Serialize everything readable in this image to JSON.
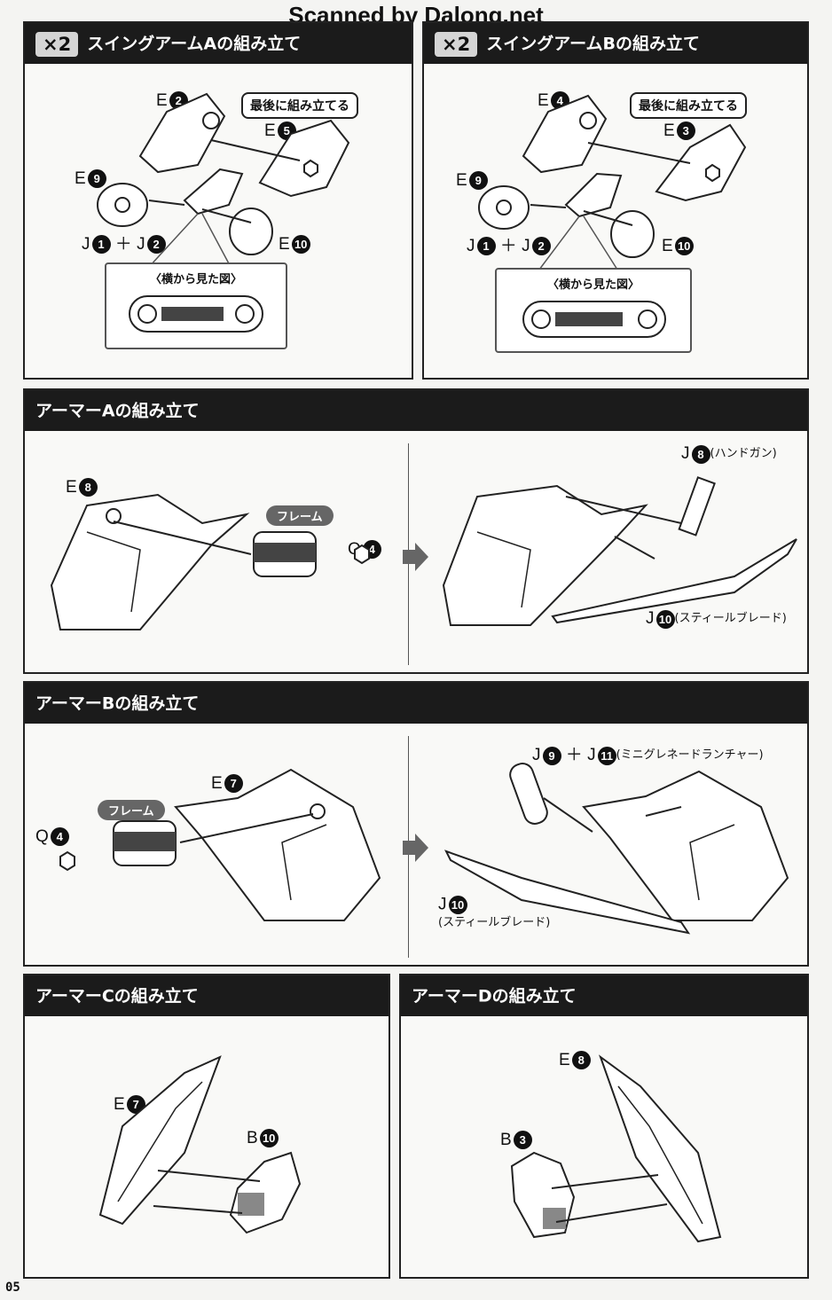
{
  "watermark": "Scanned by Dalong.net",
  "page_number": "05",
  "swing_a": {
    "multiplier": "×2",
    "title": "スイングアームAの組み立て",
    "bubble": "最後に組み立てる",
    "inset_title": "〈横から見た図〉",
    "labels": {
      "e2": {
        "letter": "E",
        "num": "2"
      },
      "e5": {
        "letter": "E",
        "num": "5"
      },
      "e9": {
        "letter": "E",
        "num": "9"
      },
      "e10": {
        "letter": "E",
        "num": "10"
      },
      "j1": {
        "letter": "J",
        "num": "1"
      },
      "plus": "＋",
      "j2": {
        "letter": "J",
        "num": "2"
      }
    }
  },
  "swing_b": {
    "multiplier": "×2",
    "title": "スイングアームBの組み立て",
    "bubble": "最後に組み立てる",
    "inset_title": "〈横から見た図〉",
    "labels": {
      "e4": {
        "letter": "E",
        "num": "4"
      },
      "e3": {
        "letter": "E",
        "num": "3"
      },
      "e9": {
        "letter": "E",
        "num": "9"
      },
      "e10": {
        "letter": "E",
        "num": "10"
      },
      "j1": {
        "letter": "J",
        "num": "1"
      },
      "plus": "＋",
      "j2": {
        "letter": "J",
        "num": "2"
      }
    }
  },
  "armor_a": {
    "title": "アーマーAの組み立て",
    "frame_label": "フレーム",
    "labels": {
      "e8": {
        "letter": "E",
        "num": "8"
      },
      "q4": {
        "letter": "Q",
        "num": "4"
      },
      "j8": {
        "letter": "J",
        "num": "8",
        "note": "(ハンドガン)"
      },
      "j10": {
        "letter": "J",
        "num": "10",
        "note": "(スティールブレード)"
      }
    }
  },
  "armor_b": {
    "title": "アーマーBの組み立て",
    "frame_label": "フレーム",
    "labels": {
      "e7": {
        "letter": "E",
        "num": "7"
      },
      "q4": {
        "letter": "Q",
        "num": "4"
      },
      "j9": {
        "letter": "J",
        "num": "9"
      },
      "plus": "＋",
      "j11": {
        "letter": "J",
        "num": "11",
        "note": "(ミニグレネードランチャー)"
      },
      "j10": {
        "letter": "J",
        "num": "10",
        "note": "(スティールブレード)"
      }
    }
  },
  "armor_c": {
    "title": "アーマーCの組み立て",
    "labels": {
      "e7": {
        "letter": "E",
        "num": "7"
      },
      "b10": {
        "letter": "B",
        "num": "10"
      }
    }
  },
  "armor_d": {
    "title": "アーマーDの組み立て",
    "labels": {
      "e8": {
        "letter": "E",
        "num": "8"
      },
      "b3": {
        "letter": "B",
        "num": "3"
      }
    }
  }
}
